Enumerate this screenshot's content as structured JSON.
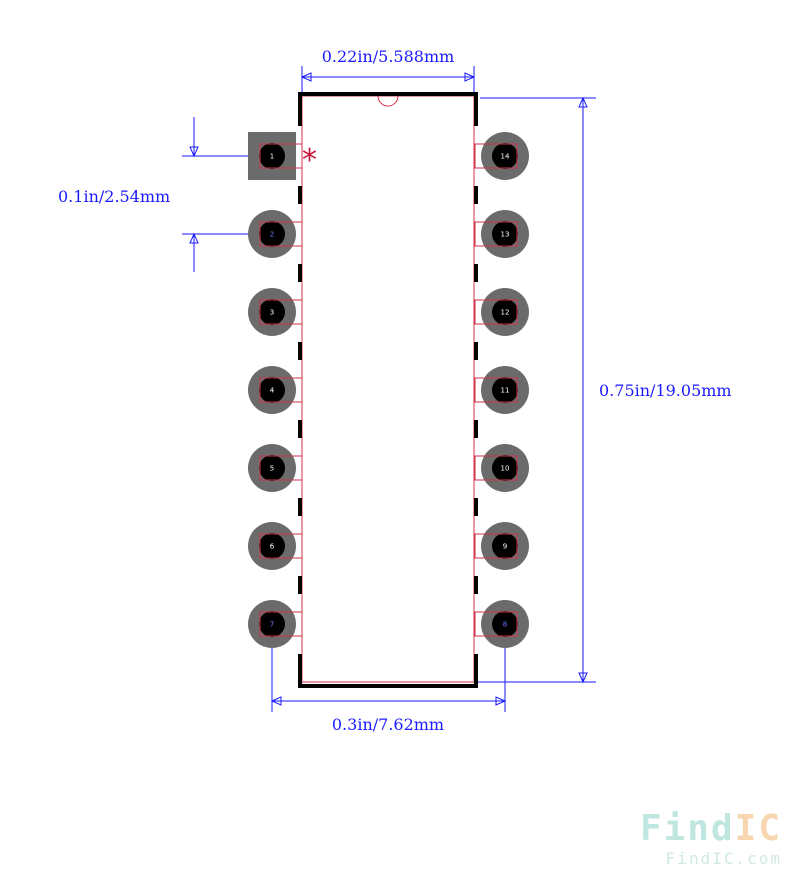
{
  "dimensions": {
    "top_width": "0.22in/5.588mm",
    "pitch": "0.1in/2.54mm",
    "height": "0.75in/19.05mm",
    "row_spacing": "0.3in/7.62mm"
  },
  "pin1_marker": "*",
  "pins_left": [
    "1",
    "2",
    "3",
    "4",
    "5",
    "6",
    "7"
  ],
  "pins_right": [
    "14",
    "13",
    "12",
    "11",
    "10",
    "9",
    "8"
  ],
  "watermark": {
    "logo_find": "Find",
    "logo_ic": "IC",
    "url": "FindIC.com"
  },
  "colors": {
    "dimension": "#1a1aff",
    "outline": "#d0334a",
    "pad": "#6b6b6b",
    "drill": "#000000",
    "body_silk": "#000000"
  }
}
